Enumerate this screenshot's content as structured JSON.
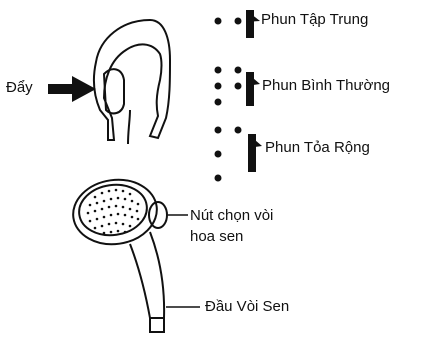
{
  "labels": {
    "push": "Đẩy",
    "focus": "Phun Tập Trung",
    "normal": "Phun Bình Thường",
    "wide": "Phun Tỏa Rộng",
    "nozzle_line1": "Nút chọn vòi",
    "nozzle_line2": "hoa sen",
    "head": "Đầu Vòi Sen"
  },
  "colors": {
    "ink": "#111111",
    "background": "#ffffff"
  }
}
